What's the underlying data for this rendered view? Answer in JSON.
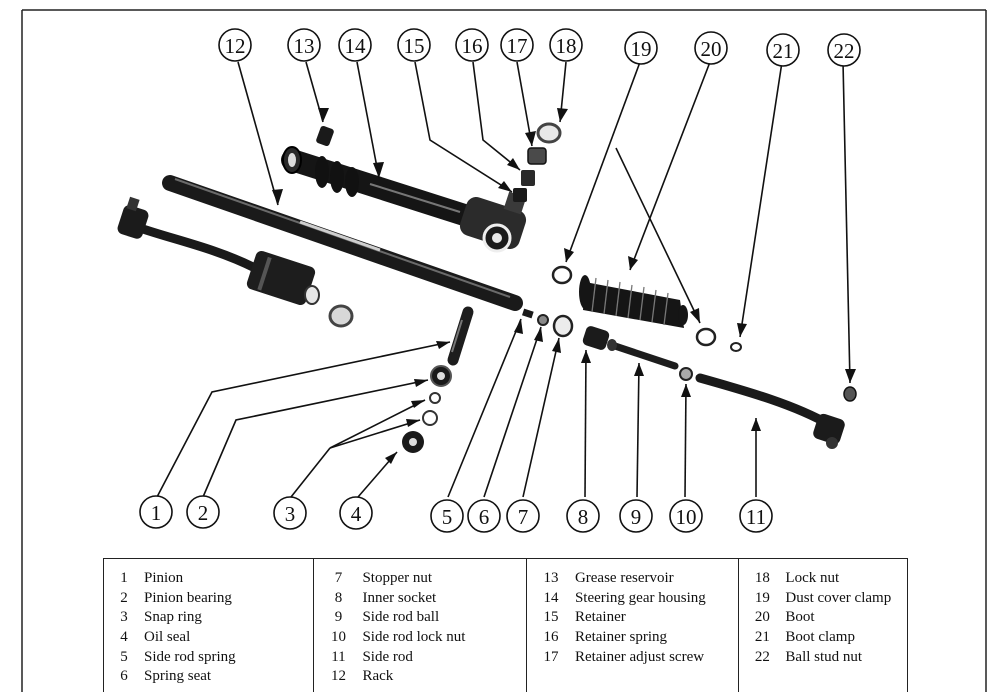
{
  "callouts": [
    "1",
    "2",
    "3",
    "4",
    "5",
    "6",
    "7",
    "8",
    "9",
    "10",
    "11",
    "12",
    "13",
    "14",
    "15",
    "16",
    "17",
    "18",
    "19",
    "20",
    "21",
    "22"
  ],
  "legend": {
    "columns": [
      [
        {
          "num": "1",
          "label": "Pinion"
        },
        {
          "num": "2",
          "label": "Pinion bearing"
        },
        {
          "num": "3",
          "label": "Snap ring"
        },
        {
          "num": "4",
          "label": "Oil seal"
        },
        {
          "num": "5",
          "label": "Side rod spring"
        },
        {
          "num": "6",
          "label": "Spring seat"
        }
      ],
      [
        {
          "num": "7",
          "label": "Stopper nut"
        },
        {
          "num": "8",
          "label": "Inner socket"
        },
        {
          "num": "9",
          "label": "Side rod ball"
        },
        {
          "num": "10",
          "label": "Side rod lock nut"
        },
        {
          "num": "11",
          "label": "Side rod"
        },
        {
          "num": "12",
          "label": "Rack"
        }
      ],
      [
        {
          "num": "13",
          "label": "Grease reservoir"
        },
        {
          "num": "14",
          "label": "Steering gear housing"
        },
        {
          "num": "15",
          "label": "Retainer"
        },
        {
          "num": "16",
          "label": "Retainer spring"
        },
        {
          "num": "17",
          "label": "Retainer adjust screw"
        }
      ],
      [
        {
          "num": "18",
          "label": "Lock nut"
        },
        {
          "num": "19",
          "label": "Dust cover clamp"
        },
        {
          "num": "20",
          "label": "Boot"
        },
        {
          "num": "21",
          "label": "Boot clamp"
        },
        {
          "num": "22",
          "label": "Ball stud nut"
        }
      ]
    ]
  }
}
